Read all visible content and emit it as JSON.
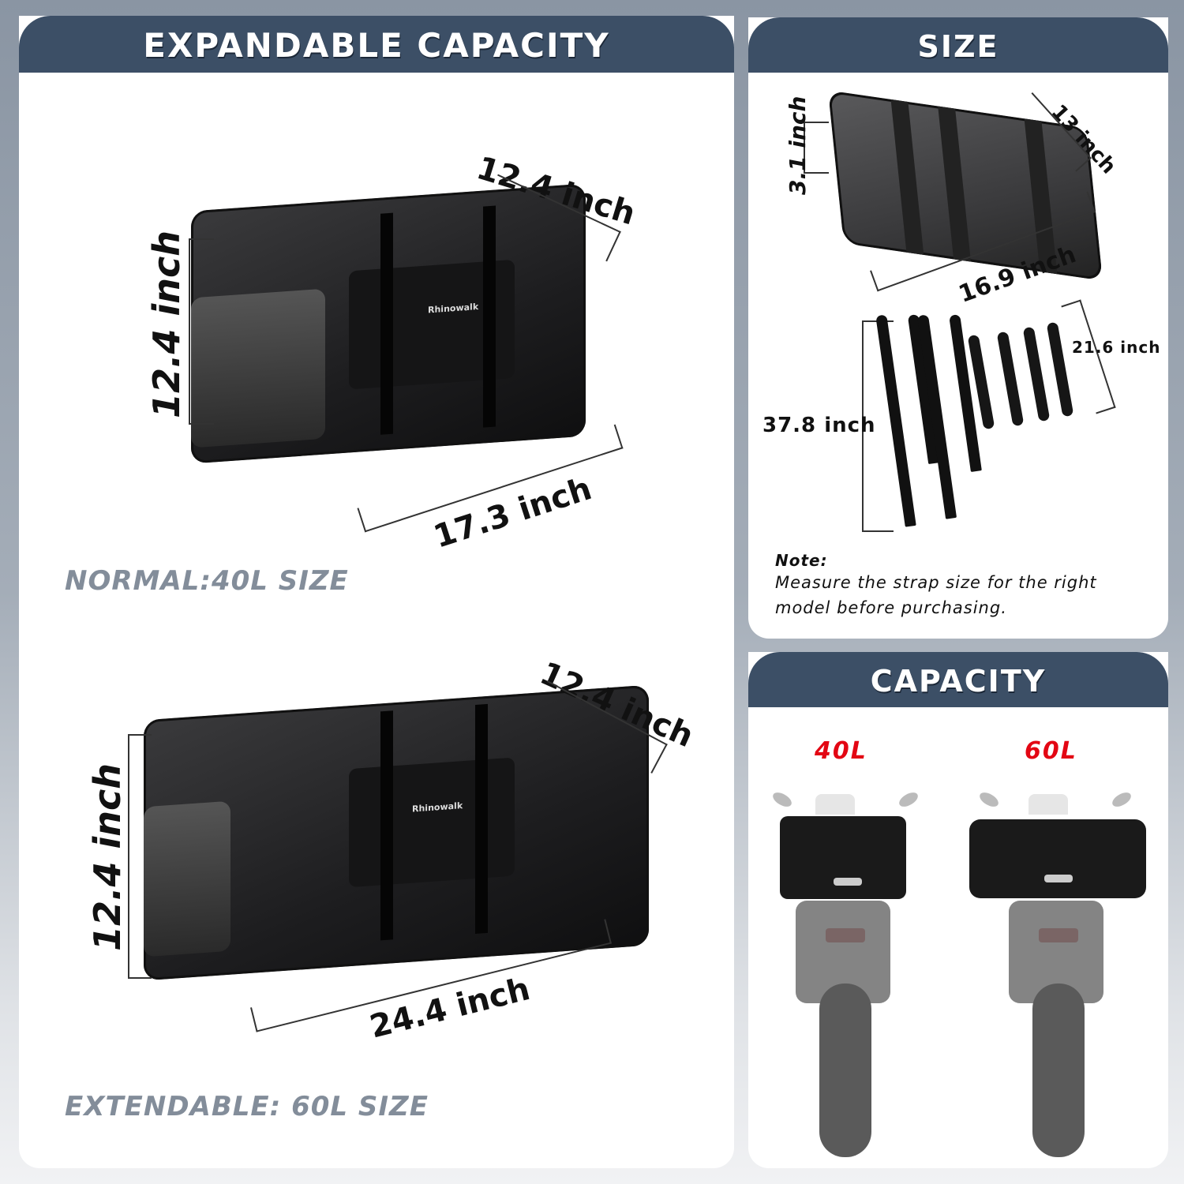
{
  "panels": {
    "expandable": {
      "title": "EXPANDABLE CAPACITY",
      "normal": {
        "label": "NORMAL:40L SIZE",
        "height": "12.4 inch",
        "depth": "12.4 inch",
        "width": "17.3 inch",
        "brand": "Rhinowalk"
      },
      "extended": {
        "label": "EXTENDABLE: 60L SIZE",
        "height": "12.4 inch",
        "depth": "12.4 inch",
        "width": "24.4 inch",
        "brand": "Rhinowalk"
      }
    },
    "size": {
      "title": "SIZE",
      "base": {
        "height": "3.1 inch",
        "depth": "13 inch",
        "width": "16.9 inch"
      },
      "straps": {
        "long": "37.8 inch",
        "short": "21.6 inch",
        "long_count": 2,
        "short_count": 4
      },
      "note": {
        "title": "Note:",
        "body": "Measure the strap size for the right model before purchasing."
      }
    },
    "capacity": {
      "title": "CAPACITY",
      "options": [
        {
          "label": "40L"
        },
        {
          "label": "60L"
        }
      ]
    }
  },
  "colors": {
    "header": "#3c4f66",
    "variant_label": "#838d9a",
    "capacity_accent": "#e30613",
    "background_top": "#8a95a3"
  }
}
